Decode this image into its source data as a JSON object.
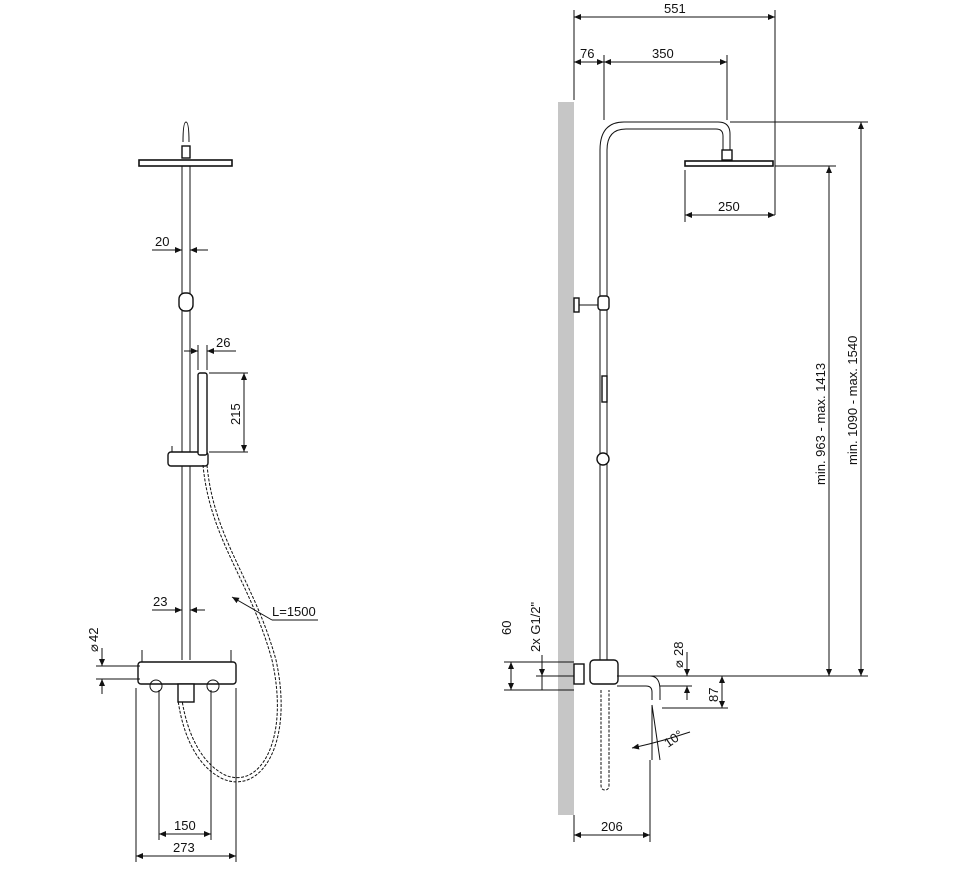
{
  "front_view": {
    "dims": {
      "pipe_dia": "20",
      "shower_offset": "26",
      "handshower_len": "215",
      "lower_pipe": "23",
      "outlet_dia": "42",
      "hose": "L=1500",
      "center_spacing": "150",
      "mixer_width": "273"
    }
  },
  "side_view": {
    "dims": {
      "total_reach": "551",
      "wall_dist": "76",
      "arm_len": "350",
      "head_dia": "250",
      "height_range_a": "min. 963 - max. 1413",
      "height_range_b": "min. 1090 - max. 1540",
      "conn_height": "60",
      "connections": "2x G1/2\"",
      "spout_dia": "28",
      "spout_height": "87",
      "spout_angle": "10°",
      "spout_reach": "206"
    }
  },
  "colors": {
    "line": "#111111",
    "wall": "#c6c6c6",
    "background": "#ffffff"
  }
}
